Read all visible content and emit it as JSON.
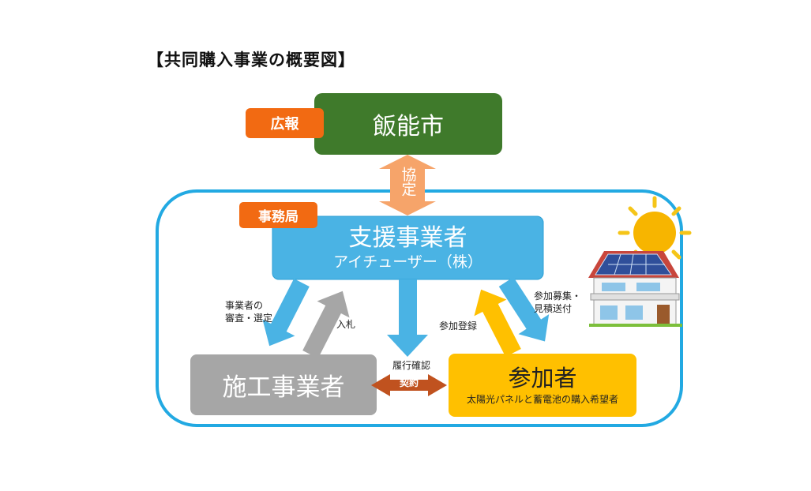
{
  "title": "【共同購入事業の概要図】",
  "nodes": {
    "city": "飯能市",
    "koho": "広報",
    "jimukyoku": "事務局",
    "support_main": "支援事業者",
    "support_sub": "アイチューザー（株）",
    "builder": "施工事業者",
    "participant_main": "参加者",
    "participant_sub": "太陽光パネルと蓄電池の購入希望者"
  },
  "edges": {
    "kyotei": "協定",
    "shinsa_line1": "事業者の",
    "shinsa_line2": "審査・選定",
    "nyusatsu": "入札",
    "rikou": "履行確認",
    "keiyaku": "契約",
    "sanka_touroku": "参加登録",
    "boshu_line1": "参加募集・",
    "boshu_line2": "見積送付"
  },
  "colors": {
    "city_green": "#3f7a2b",
    "orange_tag": "#f26a12",
    "support_blue": "#4ab3e4",
    "frame_blue": "#22a9e2",
    "builder_gray": "#a6a6a6",
    "participant_yellow": "#ffc000",
    "contract_brown": "#c0521f",
    "arrow_orange": "#f6a46a"
  },
  "icons": [
    "house-with-solar-panel-icon",
    "sun-icon"
  ]
}
